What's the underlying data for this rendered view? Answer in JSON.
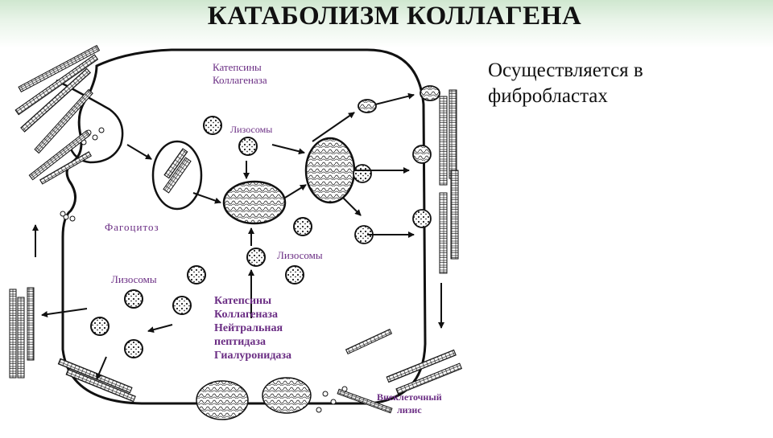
{
  "slide": {
    "title": "КАТАБОЛИЗМ КОЛЛАГЕНА",
    "note_lines": [
      "Осуществляется в",
      "фибробластах"
    ]
  },
  "diagram": {
    "enzymes_top": [
      "Катепсины",
      "Коллагеназа"
    ],
    "lysosomes_top": "Лизосомы",
    "phagocytosis": "Фагоцитоз",
    "lysosomes_middle": "Лизосомы",
    "lysosomes_left": "Лизосомы",
    "enzymes_bottom": [
      "Катепсины",
      "Коллагеназа",
      "Нейтральная",
      "пептидаза",
      "Гиалуронидаза"
    ],
    "extracellular_lysis": [
      "Внеклеточный",
      "лизис"
    ]
  },
  "colors": {
    "label": "#6b2e84",
    "line": "#111111",
    "title_band": "#cfe7cf"
  }
}
